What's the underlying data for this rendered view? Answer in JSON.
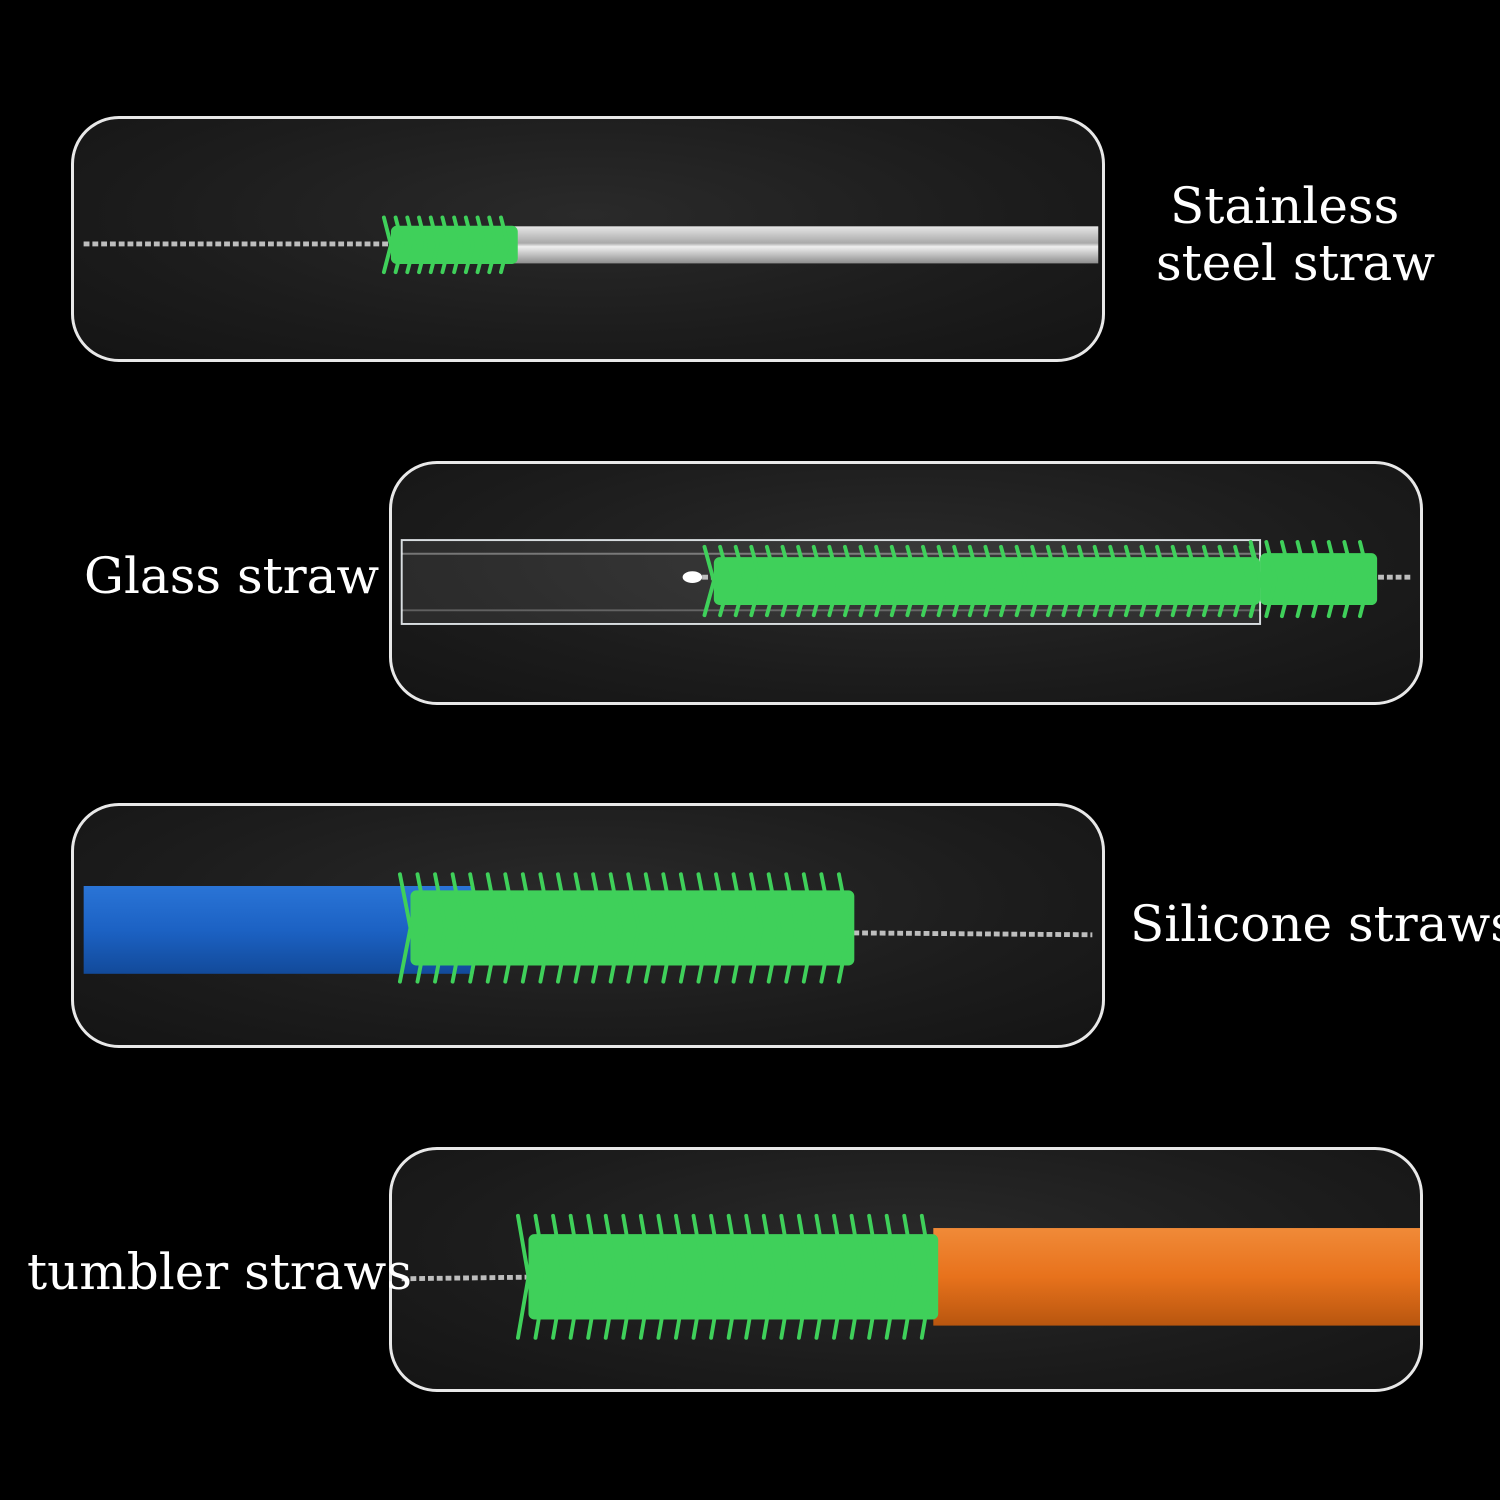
{
  "background_color": "#000000",
  "panels": [
    {
      "name": "stainless-steel",
      "label_lines": [
        "Stainless",
        "steel straw"
      ],
      "straw_color": "#cfcfcf"
    },
    {
      "name": "glass",
      "label_lines": [
        "Glass straw"
      ],
      "straw_color": "#d8dde0"
    },
    {
      "name": "silicone",
      "label_lines": [
        "Silicone straws"
      ],
      "straw_color": "#1c62c4"
    },
    {
      "name": "tumbler",
      "label_lines": [
        "tumbler straws"
      ],
      "straw_color": "#e8721c"
    }
  ],
  "bristle_color": "#3fd05a",
  "wire_color": "#bdbdbd"
}
